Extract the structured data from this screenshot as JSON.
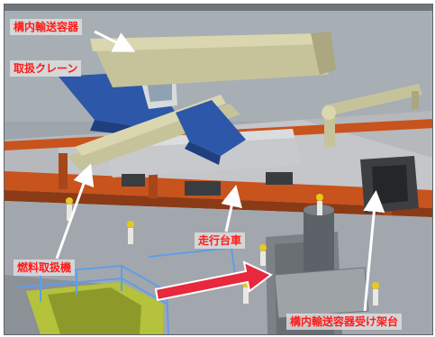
{
  "labels": {
    "crane_line1": "構内輸送容器",
    "crane_line2": "取扱クレーン",
    "fuel_handling_machine": "燃料取扱機",
    "trolley": "走行台車",
    "container_rack": "構内輸送容器受け架台"
  },
  "colors": {
    "label_text": "#ff1a1a",
    "label_box": "#e1e1e1",
    "pointer_arrow": "#ffffff",
    "direction_arrow": "#e8283c",
    "crane_boom": "#c6c39b",
    "crane_body": "#2d57a8",
    "platform": "#b6b8bb",
    "rail": "#c8531c",
    "hatch": "#b4c23c",
    "railing": "#5f9ee6",
    "worker_helmet": "#e8c820"
  }
}
